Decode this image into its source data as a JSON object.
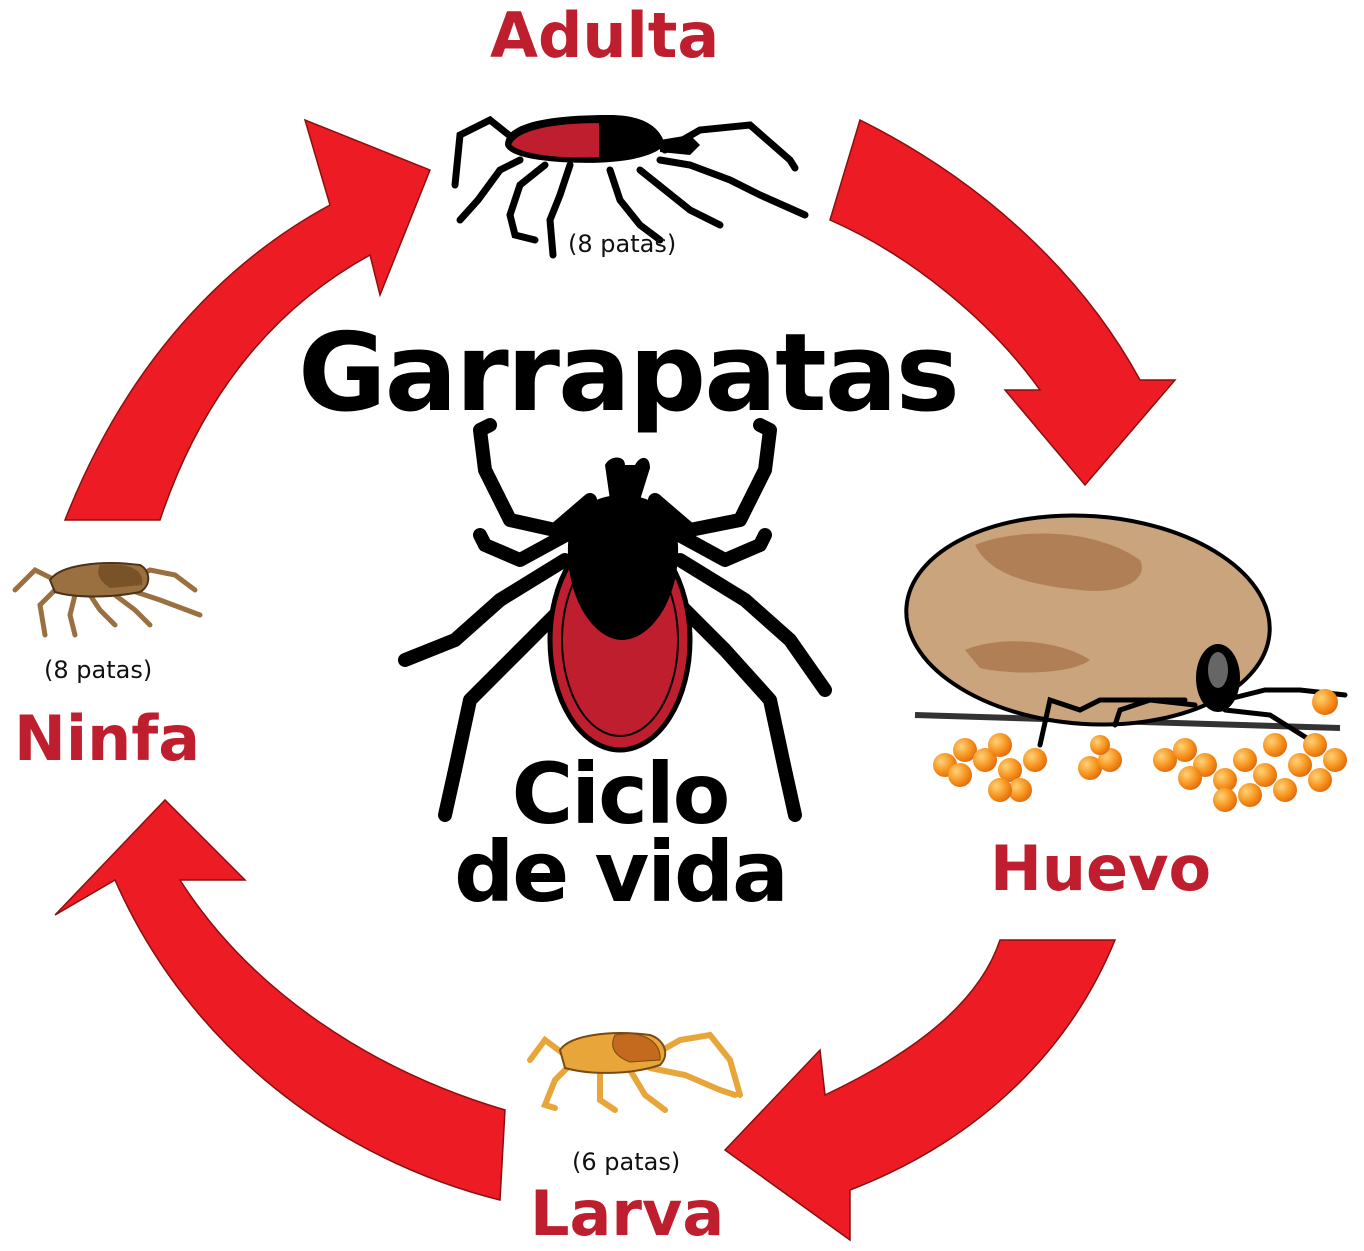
{
  "title": "Garrapatas",
  "subtitle_line1": "Ciclo",
  "subtitle_line2": "de vida",
  "colors": {
    "arrow": "#ed1c24",
    "stage_label": "#be1e2d",
    "tick_body": "#000000",
    "tick_abdomen": "#be1e2d",
    "egg_mass": "#c9a47c",
    "eggs": "#f7941d",
    "larva": "#e8a53a",
    "nymph": "#9a7040"
  },
  "stages": {
    "adult": {
      "name": "Adulta",
      "legs": "(8 patas)",
      "icon": "adult-tick-icon"
    },
    "egg": {
      "name": "Huevo",
      "icon": "egg-laying-tick-icon"
    },
    "larva": {
      "name": "Larva",
      "legs": "(6 patas)",
      "icon": "larva-tick-icon"
    },
    "nymph": {
      "name": "Ninfa",
      "legs": "(8 patas)",
      "icon": "nymph-tick-icon"
    }
  }
}
